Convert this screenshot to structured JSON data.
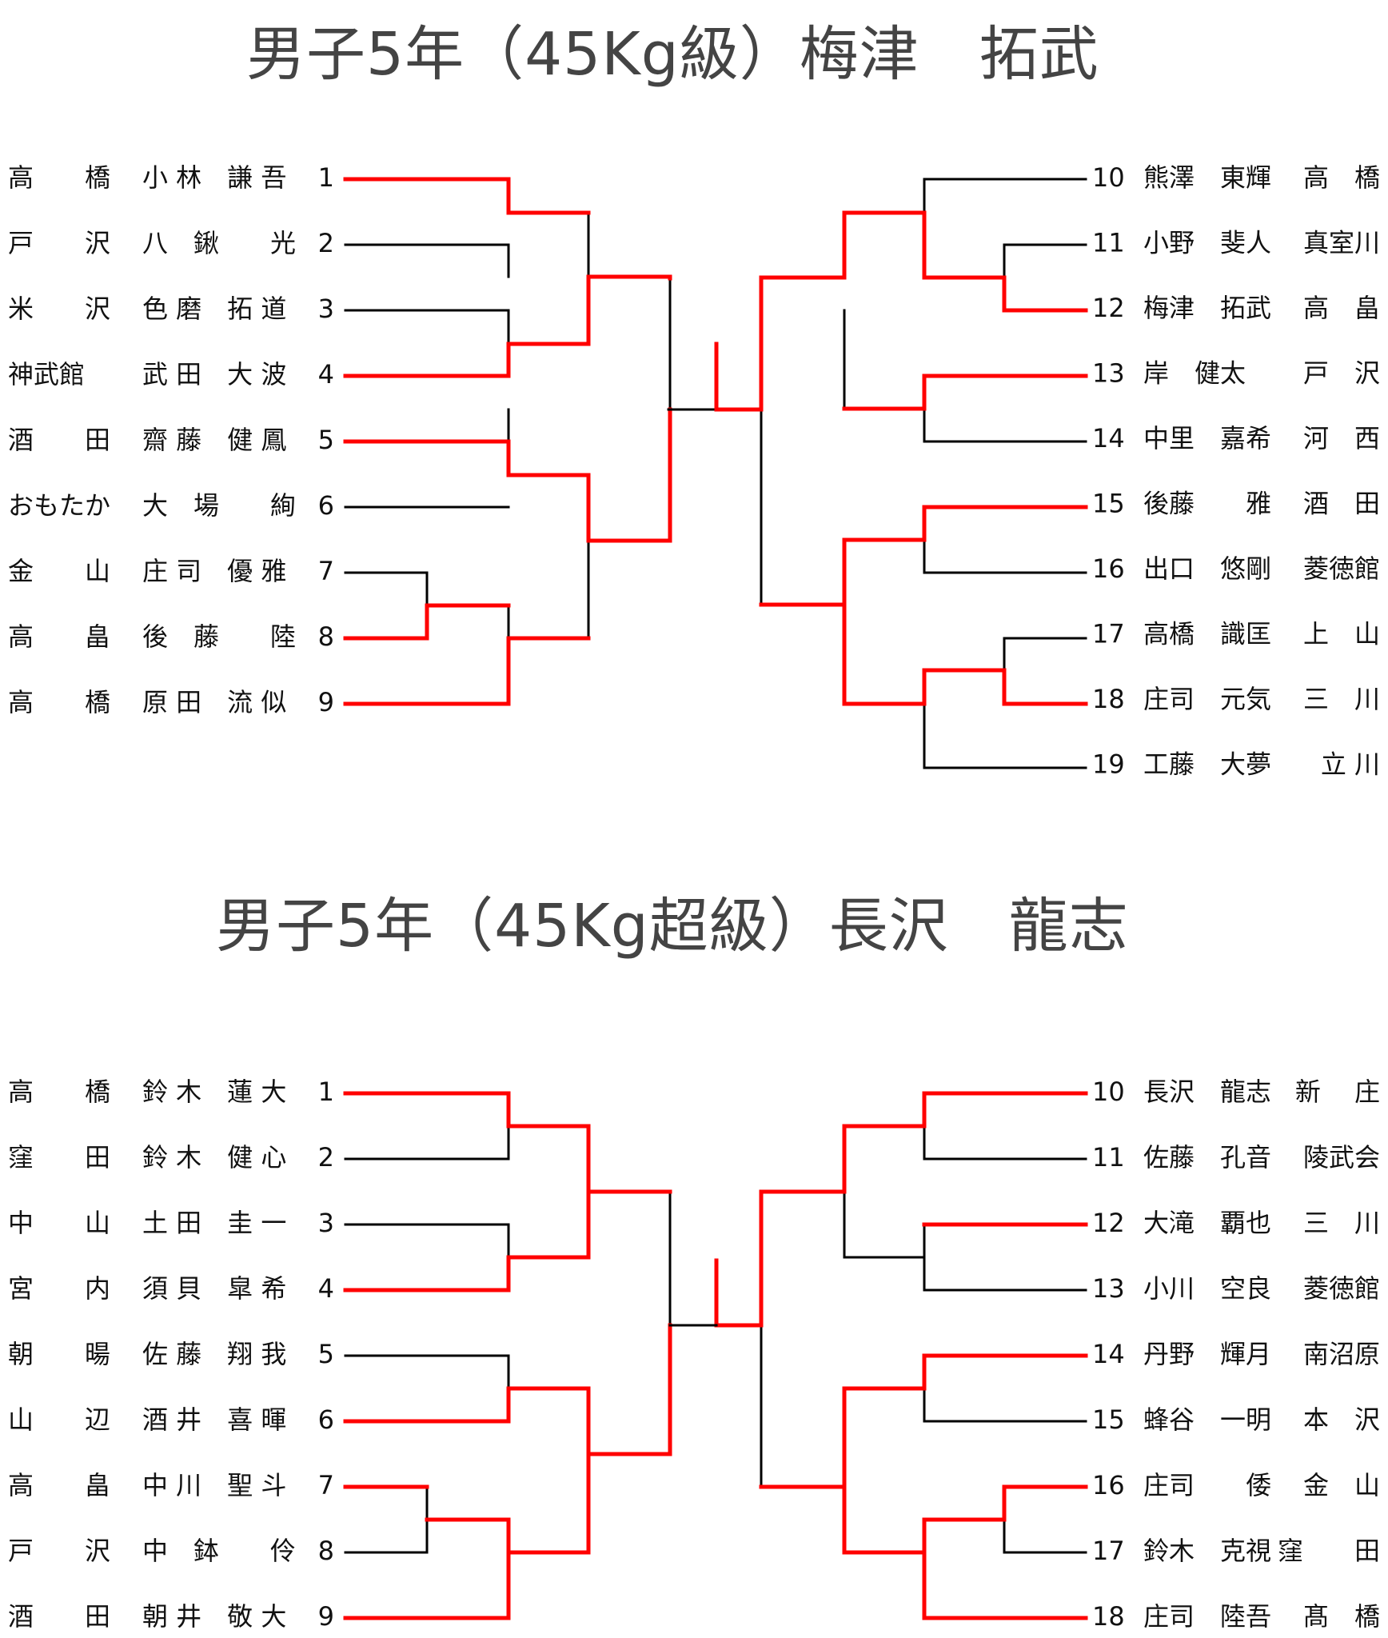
{
  "colors": {
    "winner": "#ff0000",
    "line": "#000000",
    "text": "#111111",
    "title": "#444444"
  },
  "brackets": [
    {
      "title": "男子5年（45Kg級）梅津　拓武",
      "left": [
        {
          "no": "1",
          "team": "高　　橋",
          "name": "小 林　謙 吾"
        },
        {
          "no": "2",
          "team": "戸　　沢",
          "name": "八　鍬　　光"
        },
        {
          "no": "3",
          "team": "米　　沢",
          "name": "色 磨　拓 道"
        },
        {
          "no": "4",
          "team": "神武館",
          "name": "武 田　大 波"
        },
        {
          "no": "5",
          "team": "酒　　田",
          "name": "齋 藤　健 鳳"
        },
        {
          "no": "6",
          "team": "おもたか",
          "name": "大　場　　絢"
        },
        {
          "no": "7",
          "team": "金　　山",
          "name": "庄 司　優 雅"
        },
        {
          "no": "8",
          "team": "高　　畠",
          "name": "後　藤　　陸"
        },
        {
          "no": "9",
          "team": "高　　橋",
          "name": "原 田　流 似"
        }
      ],
      "right": [
        {
          "no": "10",
          "name": "熊澤　東輝",
          "team": "高　橋"
        },
        {
          "no": "11",
          "name": "小野　斐人",
          "team": "真室川"
        },
        {
          "no": "12",
          "name": "梅津　拓武",
          "team": "高　畠"
        },
        {
          "no": "13",
          "name": "岸　健太",
          "team": "戸　沢"
        },
        {
          "no": "14",
          "name": "中里　嘉希",
          "team": "河　西"
        },
        {
          "no": "15",
          "name": "後藤　　雅",
          "team": "酒　田"
        },
        {
          "no": "16",
          "name": "出口　悠剛",
          "team": "菱徳館"
        },
        {
          "no": "17",
          "name": "高橋　識匡",
          "team": "上　山"
        },
        {
          "no": "18",
          "name": "庄司　元気",
          "team": "三　川"
        },
        {
          "no": "19",
          "name": "工藤　大夢",
          "team": "立 川"
        }
      ]
    },
    {
      "title": "男子5年（45Kg超級）長沢　龍志",
      "left": [
        {
          "no": "1",
          "team": "高　　橋",
          "name": "鈴 木　蓮 大"
        },
        {
          "no": "2",
          "team": "窪　　田",
          "name": "鈴 木　健 心"
        },
        {
          "no": "3",
          "team": "中　　山",
          "name": "土 田　圭 一"
        },
        {
          "no": "4",
          "team": "宮　　内",
          "name": "須 貝　皐 希"
        },
        {
          "no": "5",
          "team": "朝　　暘",
          "name": "佐 藤　翔 我"
        },
        {
          "no": "6",
          "team": "山　　辺",
          "name": "酒 井　喜 暉"
        },
        {
          "no": "7",
          "team": "高　　畠",
          "name": "中 川　聖 斗"
        },
        {
          "no": "8",
          "team": "戸　　沢",
          "name": "中　鉢　　伶"
        },
        {
          "no": "9",
          "team": "酒　　田",
          "name": "朝 井　敬 大"
        }
      ],
      "right": [
        {
          "no": "10",
          "name": "長沢　龍志",
          "team": "新　 庄"
        },
        {
          "no": "11",
          "name": "佐藤　孔音",
          "team": "陵武会"
        },
        {
          "no": "12",
          "name": "大滝　覇也",
          "team": "三　川"
        },
        {
          "no": "13",
          "name": "小川　空良",
          "team": "菱徳館"
        },
        {
          "no": "14",
          "name": "丹野　輝月",
          "team": "南沼原"
        },
        {
          "no": "15",
          "name": "蜂谷　一明",
          "team": "本　沢"
        },
        {
          "no": "16",
          "name": "庄司　　倭",
          "team": "金　山"
        },
        {
          "no": "17",
          "name": "鈴木　克視",
          "team": "窪　　田"
        },
        {
          "no": "18",
          "name": "庄司　陸吾",
          "team": "髙　橋"
        }
      ]
    }
  ]
}
